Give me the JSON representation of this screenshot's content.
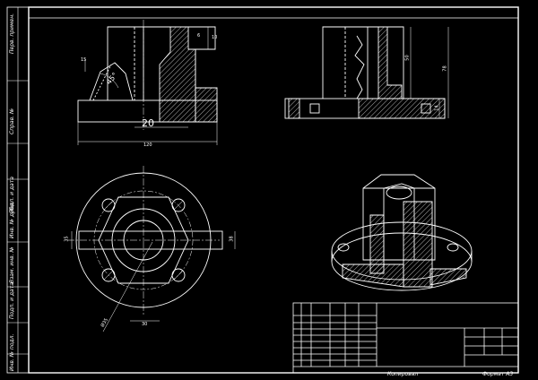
{
  "stamp": {
    "format_label": "Формат А3",
    "copied_label": "Копировал"
  },
  "side_strip": {
    "label_inv_original": "Инв. № подл.",
    "label_sign_date": "Подп. и дата",
    "label_inv_dup": "Взам. инв. №",
    "label_inv_dup2": "Инв. № дубл.",
    "label_sign_date2": "Подп. и дата",
    "label_ref": "Справ. №",
    "label_first_use": "Перв. примен."
  },
  "dimensions": {
    "front_base_width": "120",
    "front_flange_width": "20",
    "front_angle": "45°",
    "front_small_1": "15",
    "front_small_2": "10",
    "top_small": "6",
    "side_height_inner": "50",
    "side_height_total": "78",
    "side_small": "14",
    "plan_diameter": "Ø35",
    "plan_width": "30",
    "plan_left": "35",
    "plan_right": "38"
  },
  "colors": {
    "background": "#000000",
    "lines": "#ffffff"
  }
}
